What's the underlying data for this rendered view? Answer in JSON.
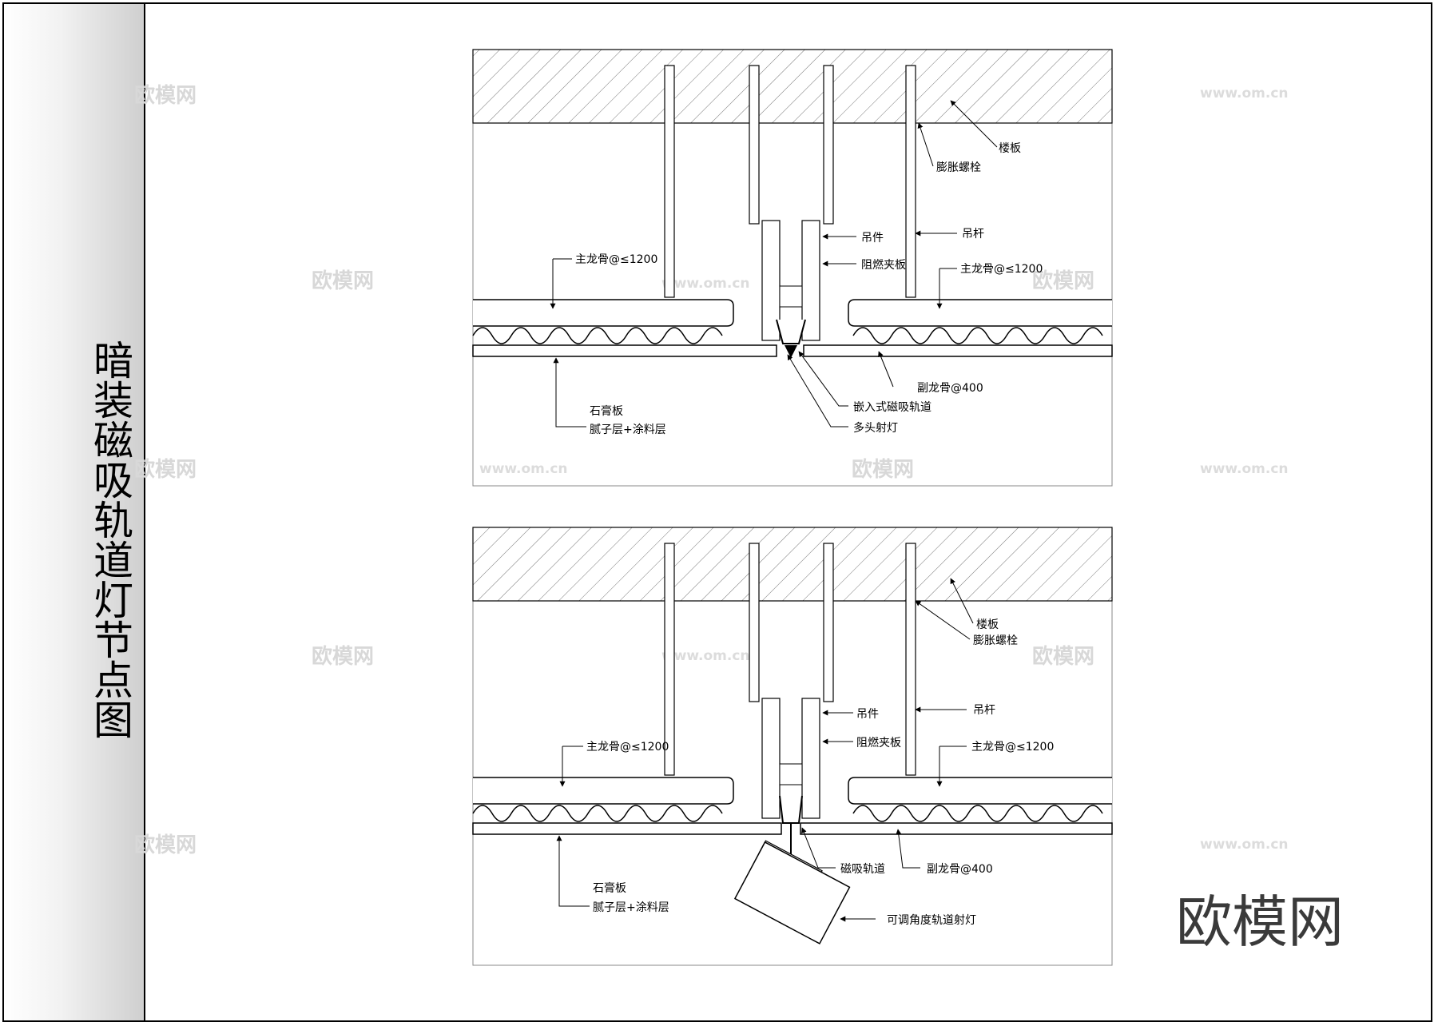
{
  "title": "暗装磁吸轨道灯节点图",
  "detail_top": {
    "labels": {
      "slab": "楼板",
      "bolt": "膨胀螺栓",
      "rod": "吊杆",
      "hanger": "吊件",
      "board": "阻燃夹板",
      "main_keel_left": "主龙骨@≤1200",
      "main_keel_right": "主龙骨@≤1200",
      "sub_keel": "副龙骨@400",
      "track": "嵌入式磁吸轨道",
      "light": "多头射灯",
      "gypsum": "石膏板",
      "finish": "腻子层+涂料层"
    }
  },
  "detail_bottom": {
    "labels": {
      "slab": "楼板",
      "bolt": "膨胀螺栓",
      "rod": "吊杆",
      "hanger": "吊件",
      "board": "阻燃夹板",
      "main_keel_left": "主龙骨@≤1200",
      "main_keel_right": "主龙骨@≤1200",
      "sub_keel": "副龙骨@400",
      "track": "磁吸轨道",
      "light": "可调角度轨道射灯",
      "gypsum": "石膏板",
      "finish": "腻子层+涂料层"
    }
  },
  "watermarks": {
    "brand": "欧模网",
    "url": "www.om.cn"
  }
}
